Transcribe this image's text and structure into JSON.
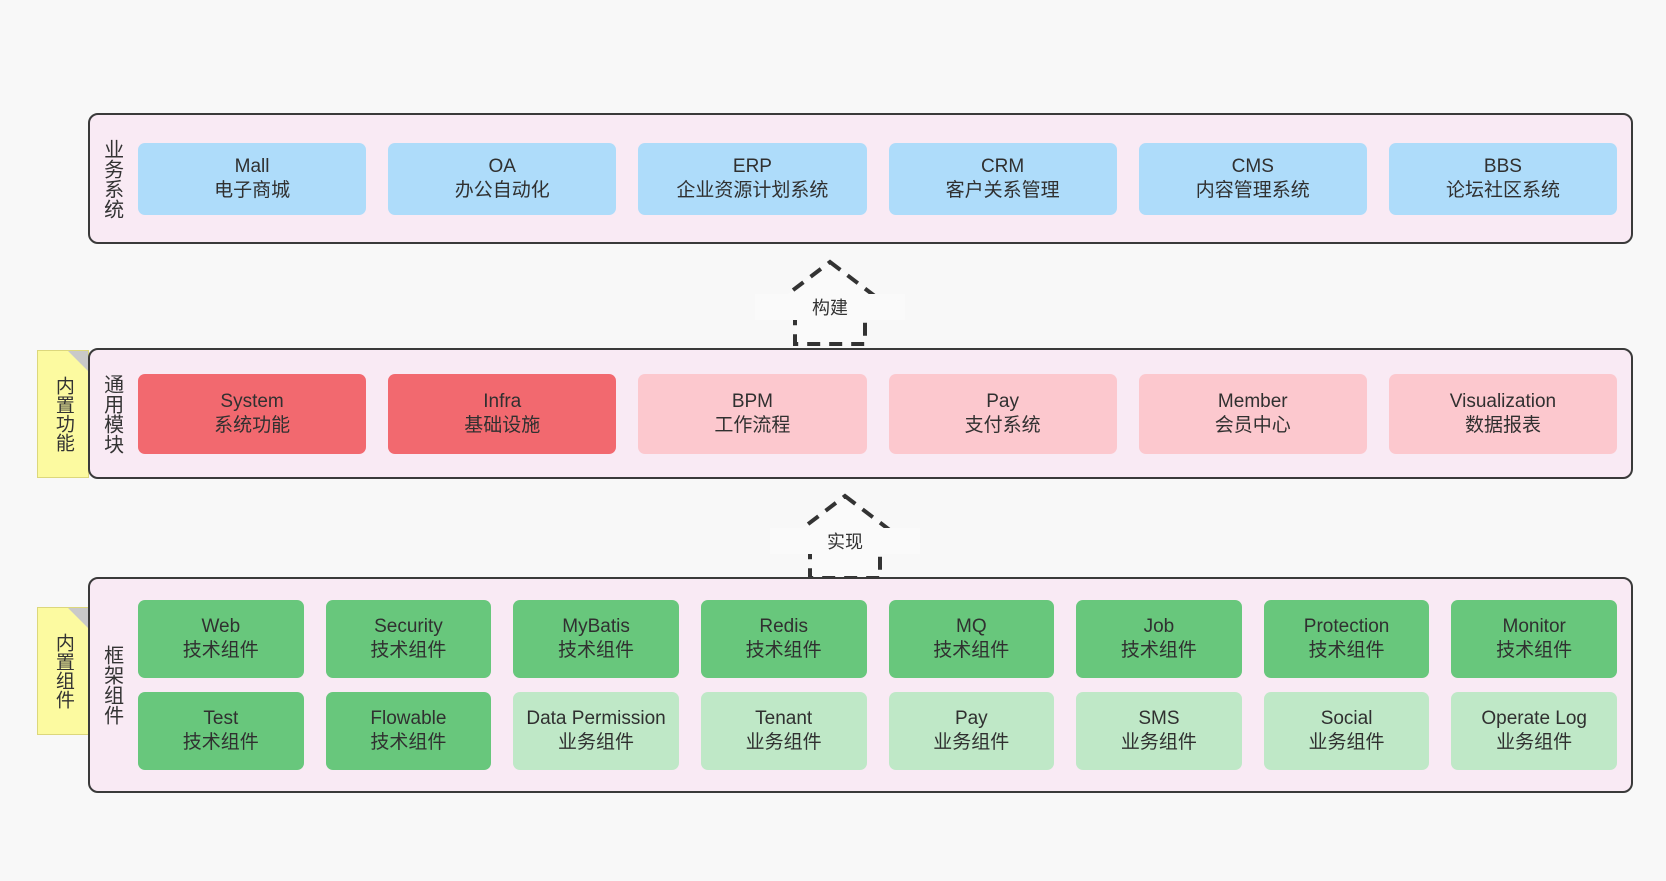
{
  "diagram": {
    "background_color": "#fafafa",
    "layer_fill": "#f9eaf4",
    "layer_border": "#3a3a3a"
  },
  "layers": {
    "business": {
      "title": "业务系统",
      "color": "#aedcfa",
      "cards": [
        {
          "en": "Mall",
          "cn": "电子商城"
        },
        {
          "en": "OA",
          "cn": "办公自动化"
        },
        {
          "en": "ERP",
          "cn": "企业资源计划系统"
        },
        {
          "en": "CRM",
          "cn": "客户关系管理"
        },
        {
          "en": "CMS",
          "cn": "内容管理系统"
        },
        {
          "en": "BBS",
          "cn": "论坛社区系统"
        }
      ]
    },
    "modules": {
      "title": "通用模块",
      "color_strong": "#f2696f",
      "color_soft": "#fcc8ce",
      "cards": [
        {
          "en": "System",
          "cn": "系统功能"
        },
        {
          "en": "Infra",
          "cn": "基础设施"
        },
        {
          "en": "BPM",
          "cn": "工作流程"
        },
        {
          "en": "Pay",
          "cn": "支付系统"
        },
        {
          "en": "Member",
          "cn": "会员中心"
        },
        {
          "en": "Visualization",
          "cn": "数据报表"
        }
      ]
    },
    "framework": {
      "title": "框架组件",
      "color_strong": "#68c77c",
      "color_soft": "#bfe8c7",
      "row1": [
        {
          "en": "Web",
          "cn": "技术组件"
        },
        {
          "en": "Security",
          "cn": "技术组件"
        },
        {
          "en": "MyBatis",
          "cn": "技术组件"
        },
        {
          "en": "Redis",
          "cn": "技术组件"
        },
        {
          "en": "MQ",
          "cn": "技术组件"
        },
        {
          "en": "Job",
          "cn": "技术组件"
        },
        {
          "en": "Protection",
          "cn": "技术组件"
        },
        {
          "en": "Monitor",
          "cn": "技术组件"
        }
      ],
      "row2": [
        {
          "en": "Test",
          "cn": "技术组件"
        },
        {
          "en": "Flowable",
          "cn": "技术组件"
        },
        {
          "en": "Data Permission",
          "cn": "业务组件"
        },
        {
          "en": "Tenant",
          "cn": "业务组件"
        },
        {
          "en": "Pay",
          "cn": "业务组件"
        },
        {
          "en": "SMS",
          "cn": "业务组件"
        },
        {
          "en": "Social",
          "cn": "业务组件"
        },
        {
          "en": "Operate Log",
          "cn": "业务组件"
        }
      ]
    }
  },
  "notes": [
    {
      "text": "内置功能",
      "color": "#fcfaa0"
    },
    {
      "text": "内置组件",
      "color": "#fcfaa0"
    }
  ],
  "arrows": [
    {
      "label": "构建",
      "style": "dashed-hollow-up"
    },
    {
      "label": "实现",
      "style": "dashed-hollow-up"
    }
  ]
}
